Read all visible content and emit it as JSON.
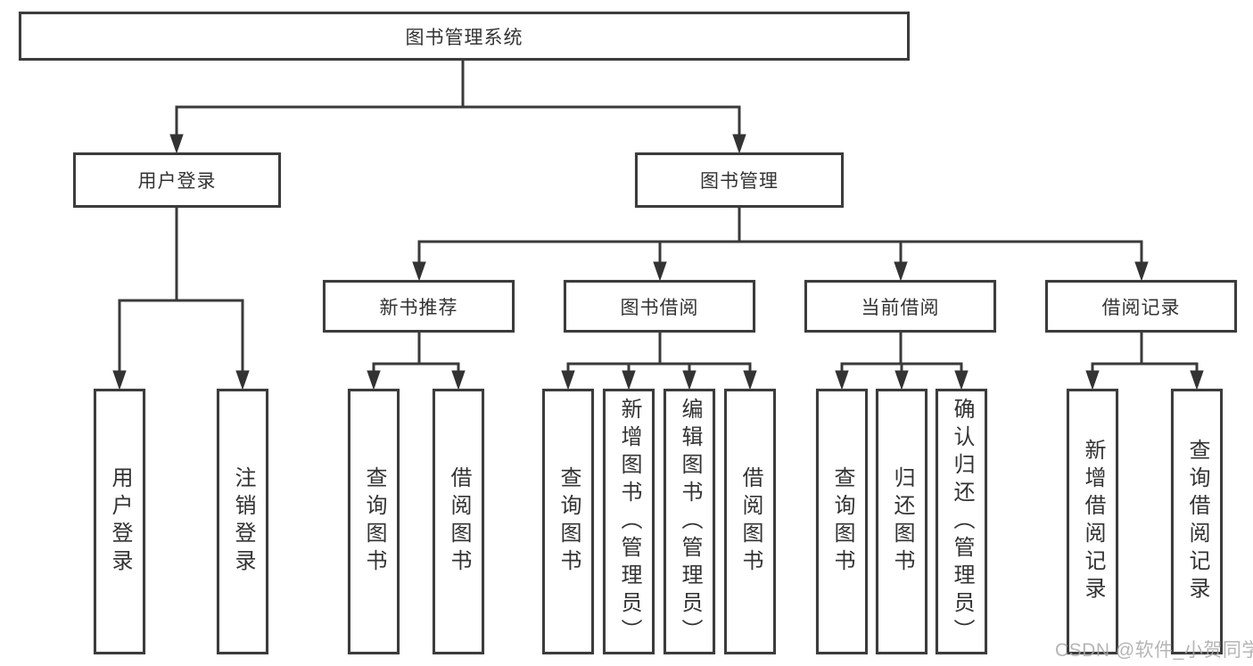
{
  "tree": {
    "root": "图书管理系统",
    "children": [
      {
        "label": "用户登录",
        "children": [
          {
            "label": "用户登录"
          },
          {
            "label": "注销登录"
          }
        ]
      },
      {
        "label": "图书管理",
        "children": [
          {
            "label": "新书推荐",
            "children": [
              {
                "label": "查询图书"
              },
              {
                "label": "借阅图书"
              }
            ]
          },
          {
            "label": "图书借阅",
            "children": [
              {
                "label": "查询图书"
              },
              {
                "label": "新增图书（管理员）"
              },
              {
                "label": "编辑图书（管理员）"
              },
              {
                "label": "借阅图书"
              }
            ]
          },
          {
            "label": "当前借阅",
            "children": [
              {
                "label": "查询图书"
              },
              {
                "label": "归还图书"
              },
              {
                "label": "确认归还（管理员）"
              }
            ]
          },
          {
            "label": "借阅记录",
            "children": [
              {
                "label": "新增借阅记录"
              },
              {
                "label": "查询借阅记录"
              }
            ]
          }
        ]
      }
    ]
  },
  "watermark": {
    "text": "CSDN @软件_小贺同学"
  },
  "colors": {
    "background": "#ffffff",
    "line": "#3a3a3a",
    "box_border": "#3c3c3c",
    "text": "#333333",
    "watermark": "#a8a8a8"
  }
}
